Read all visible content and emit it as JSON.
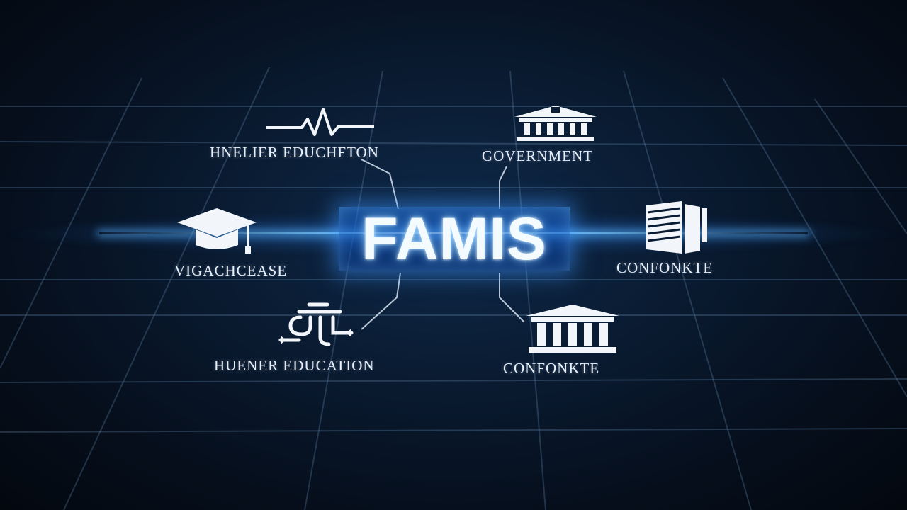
{
  "center": {
    "title": "FAMIS"
  },
  "nodes": [
    {
      "label": "HNELIER EDUCHFTON",
      "icon": "heartbeat-icon"
    },
    {
      "label": "GOVERNMENT",
      "icon": "government-building-icon"
    },
    {
      "label": "VIGACHCEASE",
      "icon": "graduation-cap-icon"
    },
    {
      "label": "CONFONKTE",
      "icon": "document-stack-icon"
    },
    {
      "label": "HUENER EDUCATION",
      "icon": "pipes-icon"
    },
    {
      "label": "CONFONKTE",
      "icon": "columns-building-icon"
    }
  ],
  "colors": {
    "background": "#07131f",
    "glow": "#4aa8ff",
    "text": "#e8eef6"
  }
}
